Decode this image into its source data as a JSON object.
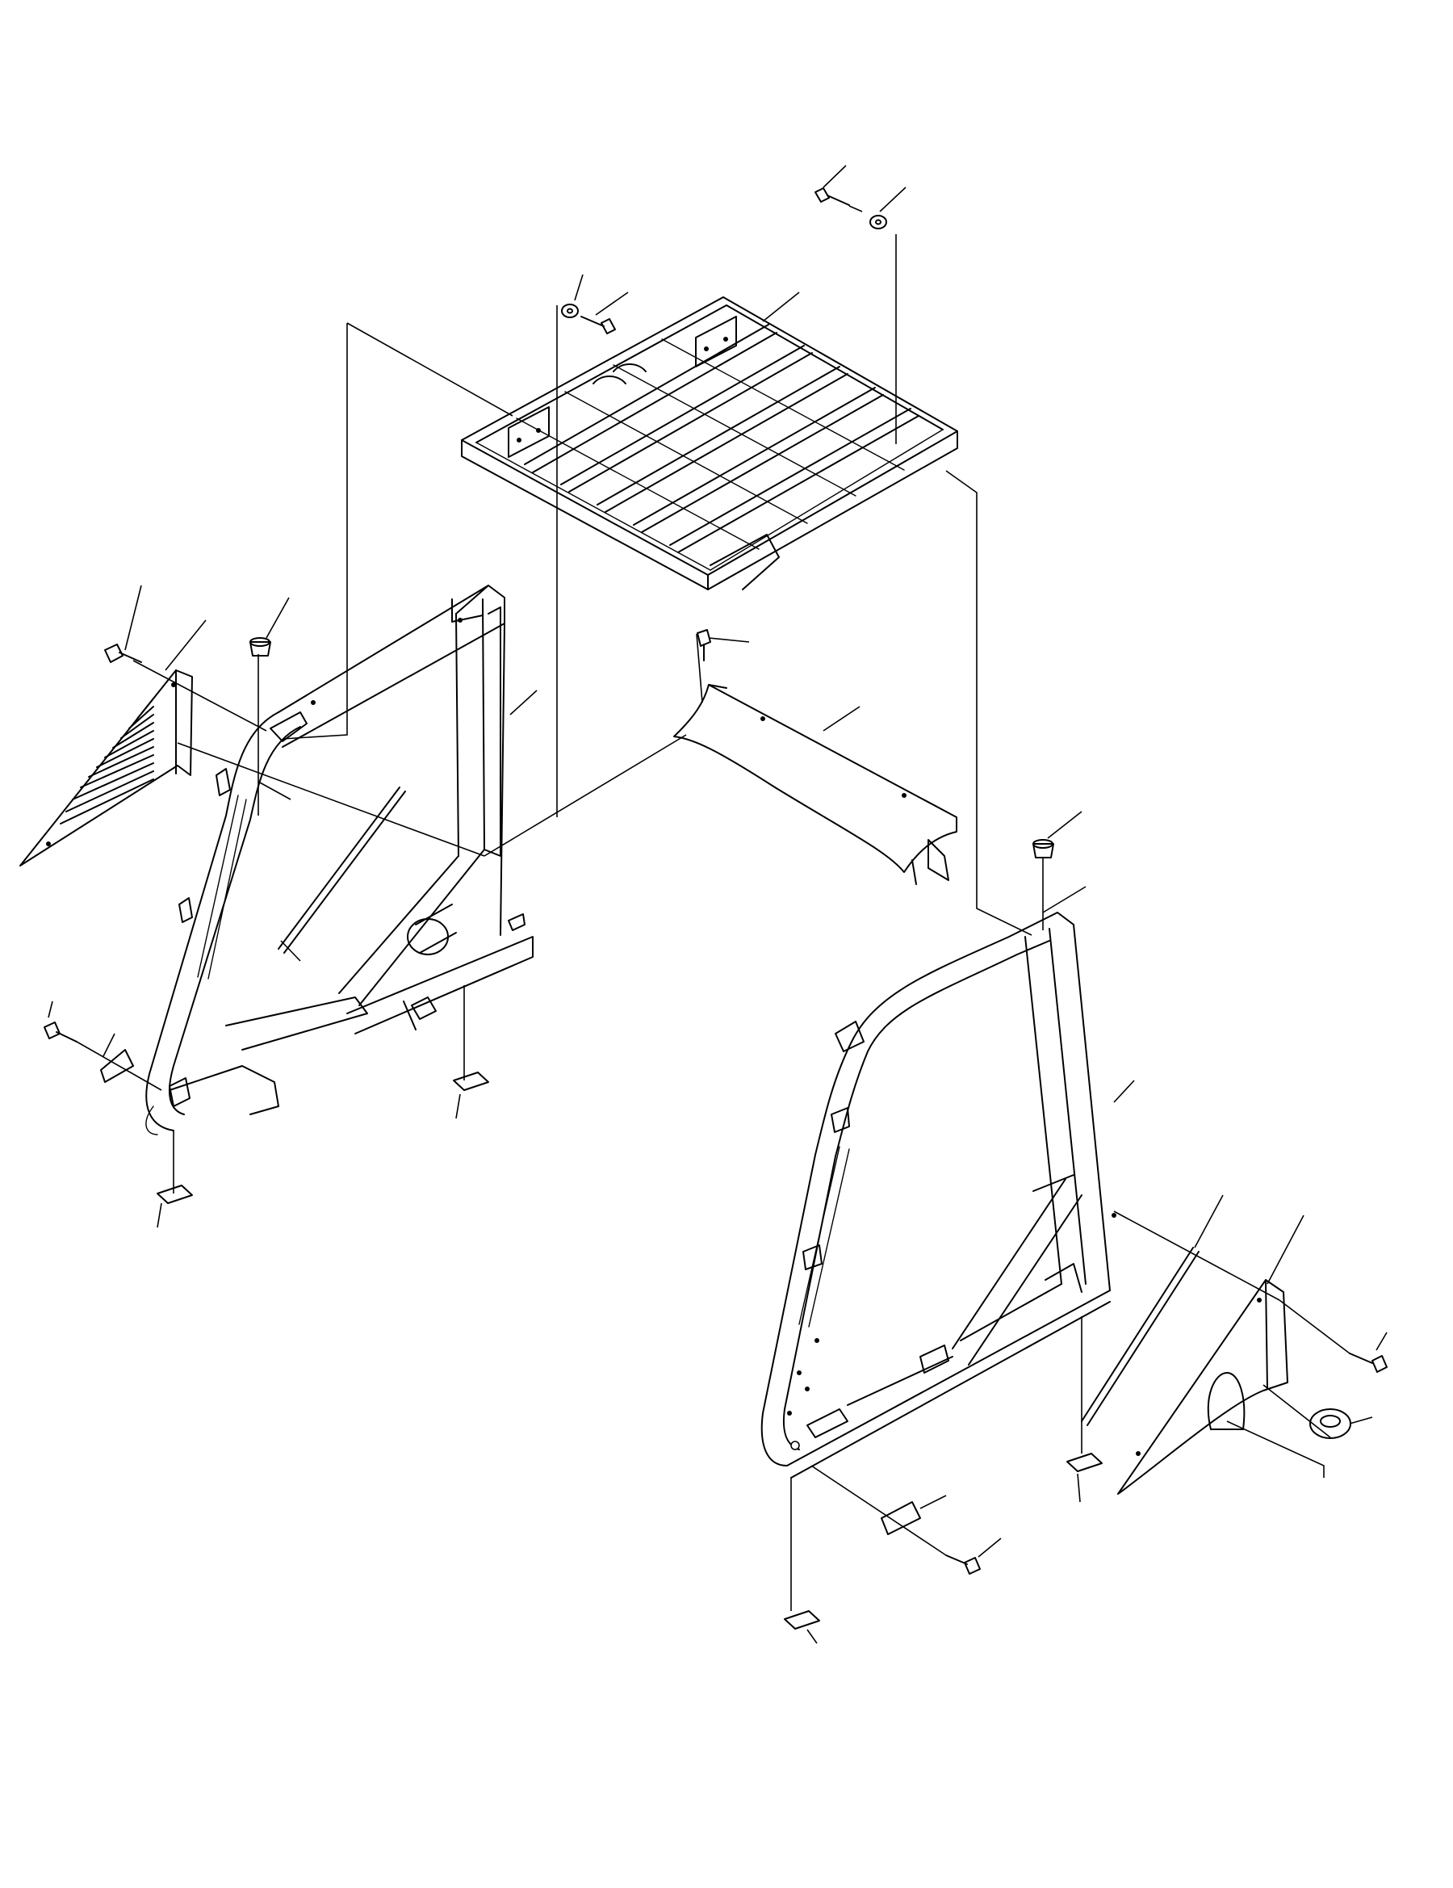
{
  "diagram": {
    "kind": "exploded-parts-view",
    "stroke_color": "#000000",
    "background_color": "#ffffff",
    "parts": [
      "roof-grille",
      "left-frame",
      "right-frame",
      "rear-crossmember",
      "left-side-panel",
      "right-side-panel",
      "left-door-seal-strip",
      "right-door-seal-strip",
      "bolt",
      "washer",
      "rubber-bumper",
      "mounting-pad",
      "cover-plate",
      "ring-grommet"
    ],
    "callout_labels": []
  }
}
